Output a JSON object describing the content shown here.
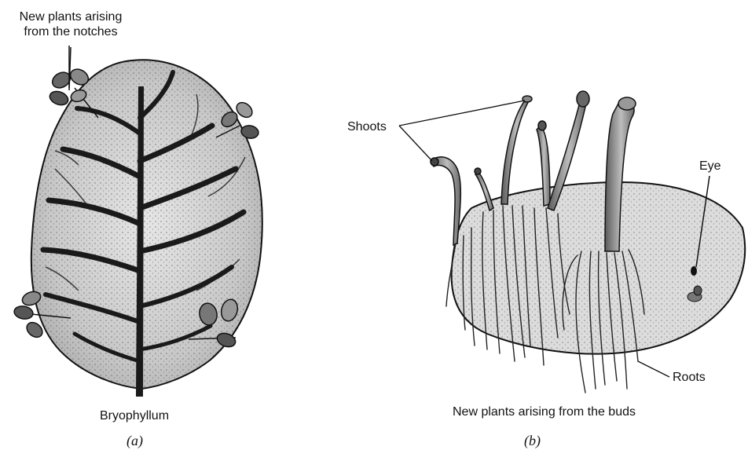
{
  "labels": {
    "new_plants_notches_line1": "New plants arising",
    "new_plants_notches_line2": "from the notches",
    "bryophyllum": "Bryophyllum",
    "caption_a": "(a)",
    "shoots": "Shoots",
    "eye": "Eye",
    "roots": "Roots",
    "new_plants_buds": "New plants arising from the buds",
    "caption_b": "(b)"
  },
  "colors": {
    "ink": "#111111",
    "leaf_fill": "#d4d4d4",
    "vein": "#1a1a1a",
    "potato_fill": "#dcdcdc",
    "shoot_fill": "#9a9a9a"
  }
}
